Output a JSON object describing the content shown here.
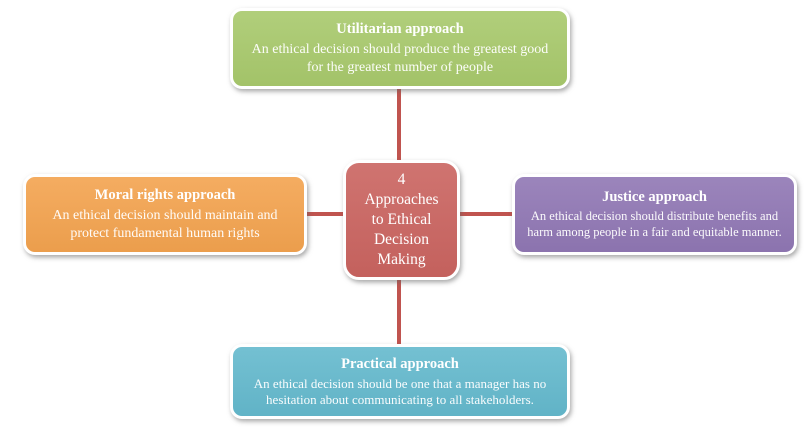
{
  "diagram": {
    "title": "4 Approaches to Ethical Decision Making",
    "center": {
      "label": "4\nApproaches\nto Ethical\nDecision\nMaking",
      "color": "#ca6460"
    },
    "connector_color": "#c0544f",
    "nodes": [
      {
        "id": "utilitarian",
        "position": "top",
        "title": "Utilitarian approach",
        "body": "An ethical decision should produce the greatest good for the greatest number of people",
        "color": "#a8c96c"
      },
      {
        "id": "moral-rights",
        "position": "left",
        "title": "Moral rights approach",
        "body": "An ethical decision should maintain and protect fundamental human rights",
        "color": "#f3a34f"
      },
      {
        "id": "justice",
        "position": "right",
        "title": "Justice approach",
        "body": "An ethical decision should distribute benefits and harm among people in a fair and equitable manner.",
        "color": "#9077b4"
      },
      {
        "id": "practical",
        "position": "bottom",
        "title": "Practical approach",
        "body": "An ethical decision should be one that a manager has no hesitation about communicating to all stakeholders.",
        "color": "#64b9cd"
      }
    ]
  }
}
